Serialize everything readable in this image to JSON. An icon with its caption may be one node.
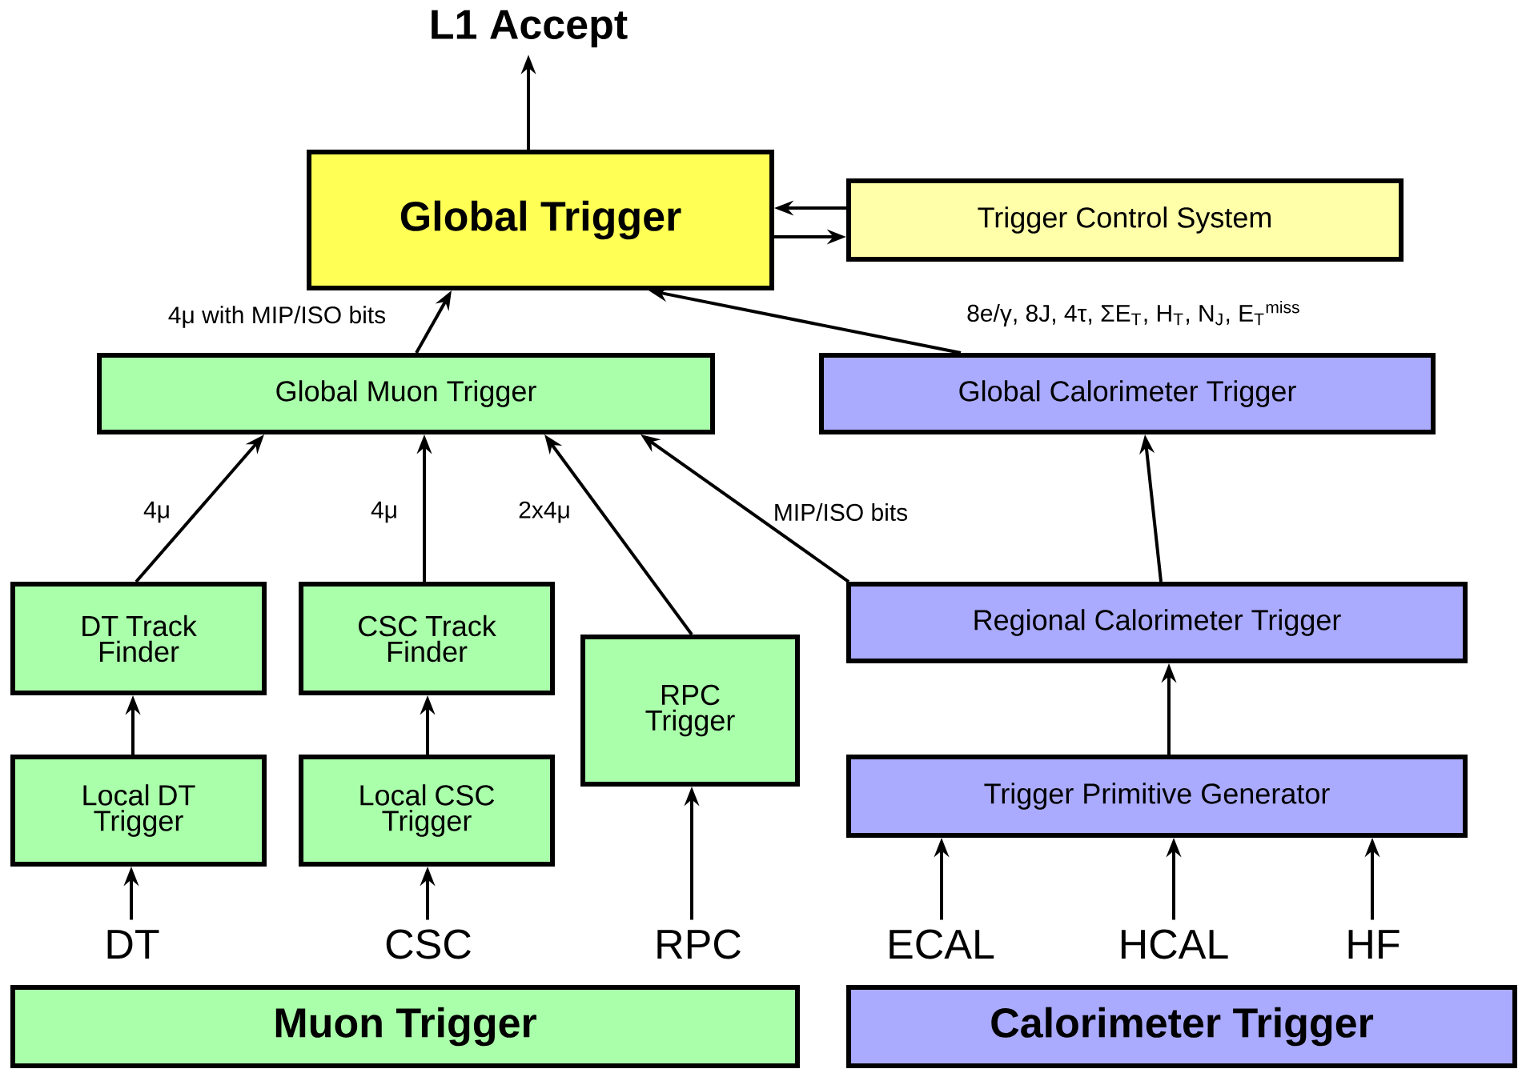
{
  "diagram": {
    "nodes": [
      {
        "text": [
          "L1 Accept"
        ]
      },
      {
        "text": [
          "Global Trigger"
        ]
      },
      {
        "text": [
          "Trigger Control System"
        ]
      },
      {
        "text": [
          "Global Muon Trigger"
        ]
      },
      {
        "text": [
          "Global Calorimeter Trigger"
        ]
      },
      {
        "text": [
          "DT Track Finder"
        ]
      },
      {
        "text": [
          "CSC Track Finder"
        ]
      },
      {
        "text": [
          "RPC Trigger"
        ]
      },
      {
        "text": [
          "Regional Calorimeter Trigger"
        ]
      },
      {
        "text": [
          "Local DT Trigger"
        ]
      },
      {
        "text": [
          "Local CSC Trigger"
        ]
      },
      {
        "text": [
          "Trigger Primitive Generator"
        ]
      },
      {
        "text": [
          "DT"
        ]
      },
      {
        "text": [
          "CSC"
        ]
      },
      {
        "text": [
          "RPC"
        ]
      },
      {
        "text": [
          "ECAL"
        ]
      },
      {
        "text": [
          "HCAL"
        ]
      },
      {
        "text": [
          "HF"
        ]
      },
      {
        "text": [
          "Muon Trigger"
        ]
      },
      {
        "text": [
          "Calorimeter Trigger"
        ]
      }
    ],
    "edges": [
      {
        "from": 1,
        "to": 0,
        "arrow": "to"
      },
      {
        "from": 2,
        "to": 1,
        "arrow": "to"
      },
      {
        "from": 1,
        "to": 2,
        "arrow": "to"
      },
      {
        "from": 3,
        "to": 1,
        "arrow": "to",
        "label": "4μ  with MIP/ISO bits"
      },
      {
        "from": 4,
        "to": 1,
        "arrow": "to",
        "label": "8e/γ, 8J, 4τ, ΣE$_{T}$, H$_{T}$, N$_{J}$, E$_{T}$$^{miss}$"
      },
      {
        "from": 5,
        "to": 3,
        "arrow": "to",
        "label": "4μ"
      },
      {
        "from": 6,
        "to": 3,
        "arrow": "to",
        "label": "4μ"
      },
      {
        "from": 7,
        "to": 3,
        "arrow": "to",
        "label": "2x4μ"
      },
      {
        "from": 8,
        "to": 3,
        "arrow": "to",
        "label": "MIP/ISO bits"
      },
      {
        "from": 8,
        "to": 4,
        "arrow": "to"
      },
      {
        "from": 11,
        "to": 8,
        "arrow": "to"
      },
      {
        "from": 9,
        "to": 5,
        "arrow": "to"
      },
      {
        "from": 10,
        "to": 6,
        "arrow": "to"
      },
      {
        "from": 12,
        "to": 9,
        "arrow": "to"
      },
      {
        "from": 13,
        "to": 10,
        "arrow": "to"
      },
      {
        "from": 14,
        "to": 7,
        "arrow": "to"
      },
      {
        "from": 15,
        "to": 11,
        "arrow": "to"
      },
      {
        "from": 16,
        "to": 11,
        "arrow": "to"
      },
      {
        "from": 17,
        "to": 11,
        "arrow": "to"
      }
    ]
  }
}
